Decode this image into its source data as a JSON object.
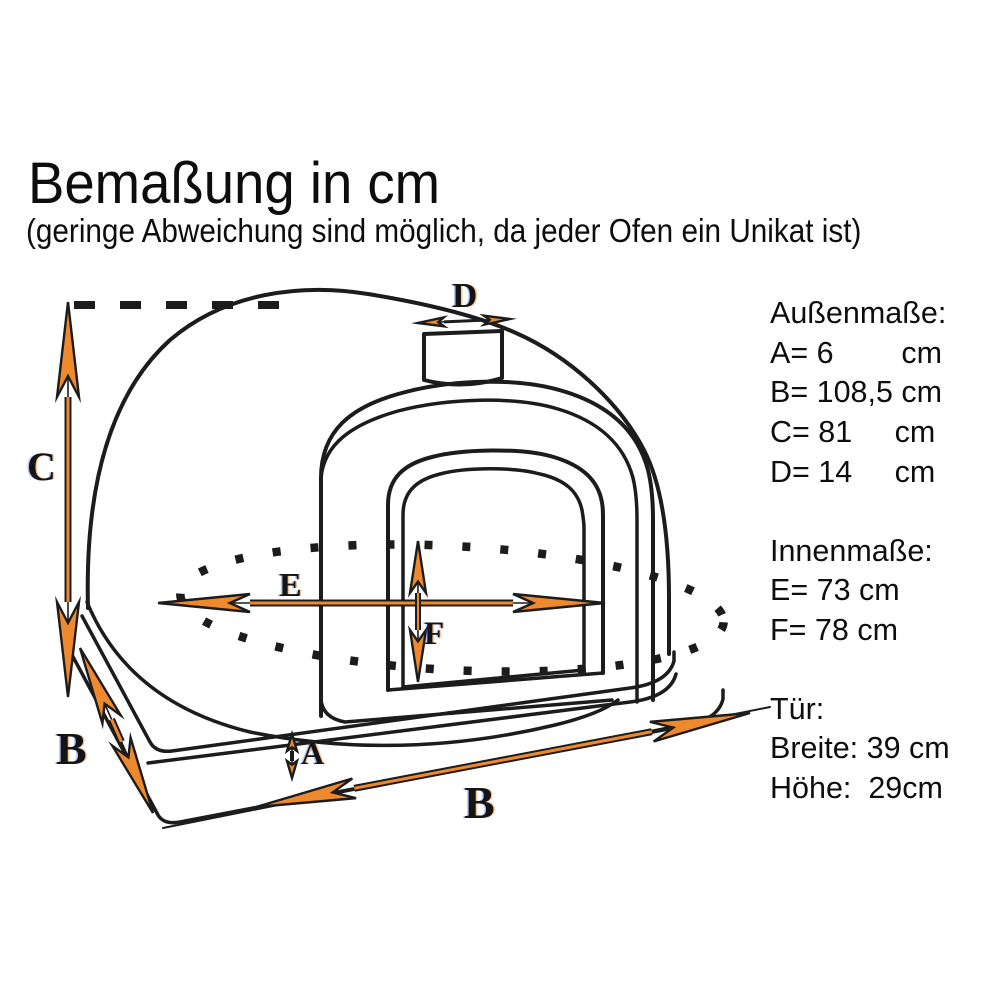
{
  "title": "Bemaßung in cm",
  "subtitle": "(geringe Abweichung sind möglich, da jeder Ofen ein Unikat ist)",
  "measurements": {
    "outer": {
      "heading": "Außenmaße:",
      "rows": [
        "A= 6        cm",
        "B= 108,5 cm",
        "C= 81     cm",
        "D= 14     cm"
      ]
    },
    "inner": {
      "heading": "Innenmaße:",
      "rows": [
        "E= 73 cm",
        "F= 78 cm"
      ]
    },
    "door": {
      "heading": "Tür:",
      "rows": [
        "Breite: 39 cm",
        "Höhe:  29cm"
      ]
    }
  },
  "diagram": {
    "labels": {
      "A": "A",
      "B": "B",
      "C": "C",
      "D": "D",
      "E": "E",
      "F": "F"
    },
    "arrow_color": "#ee8a2d",
    "line_color": "#1c1c1c"
  }
}
